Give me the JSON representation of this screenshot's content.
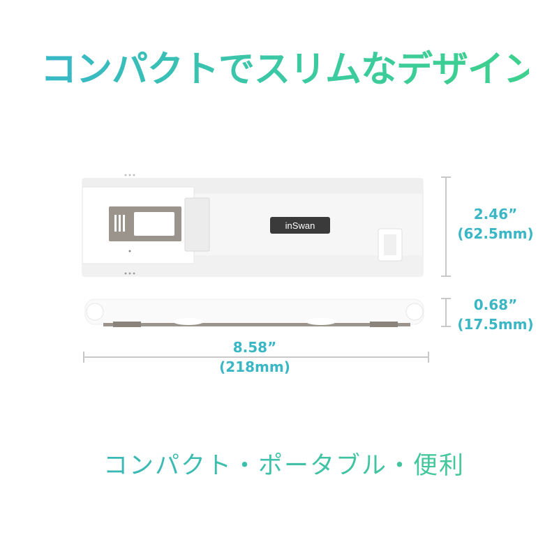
{
  "headline": "コンパクトでスリムなデザイン",
  "device": {
    "brand": "inSwan"
  },
  "dimensions": {
    "height": {
      "inch": "2.46”",
      "mm": "(62.5mm)"
    },
    "depth": {
      "inch": "0.68”",
      "mm": "(17.5mm)"
    },
    "width": {
      "inch": "8.58”",
      "mm": "(218mm)"
    }
  },
  "footer": "コンパクト・ポータブル・便利",
  "colors": {
    "accent_teal": "#37b8c8",
    "accent_green": "#3dd08e",
    "dimension_line": "#c8c8c8",
    "device_body": "#f7f7f7",
    "gray_panel": "#9a948c"
  }
}
